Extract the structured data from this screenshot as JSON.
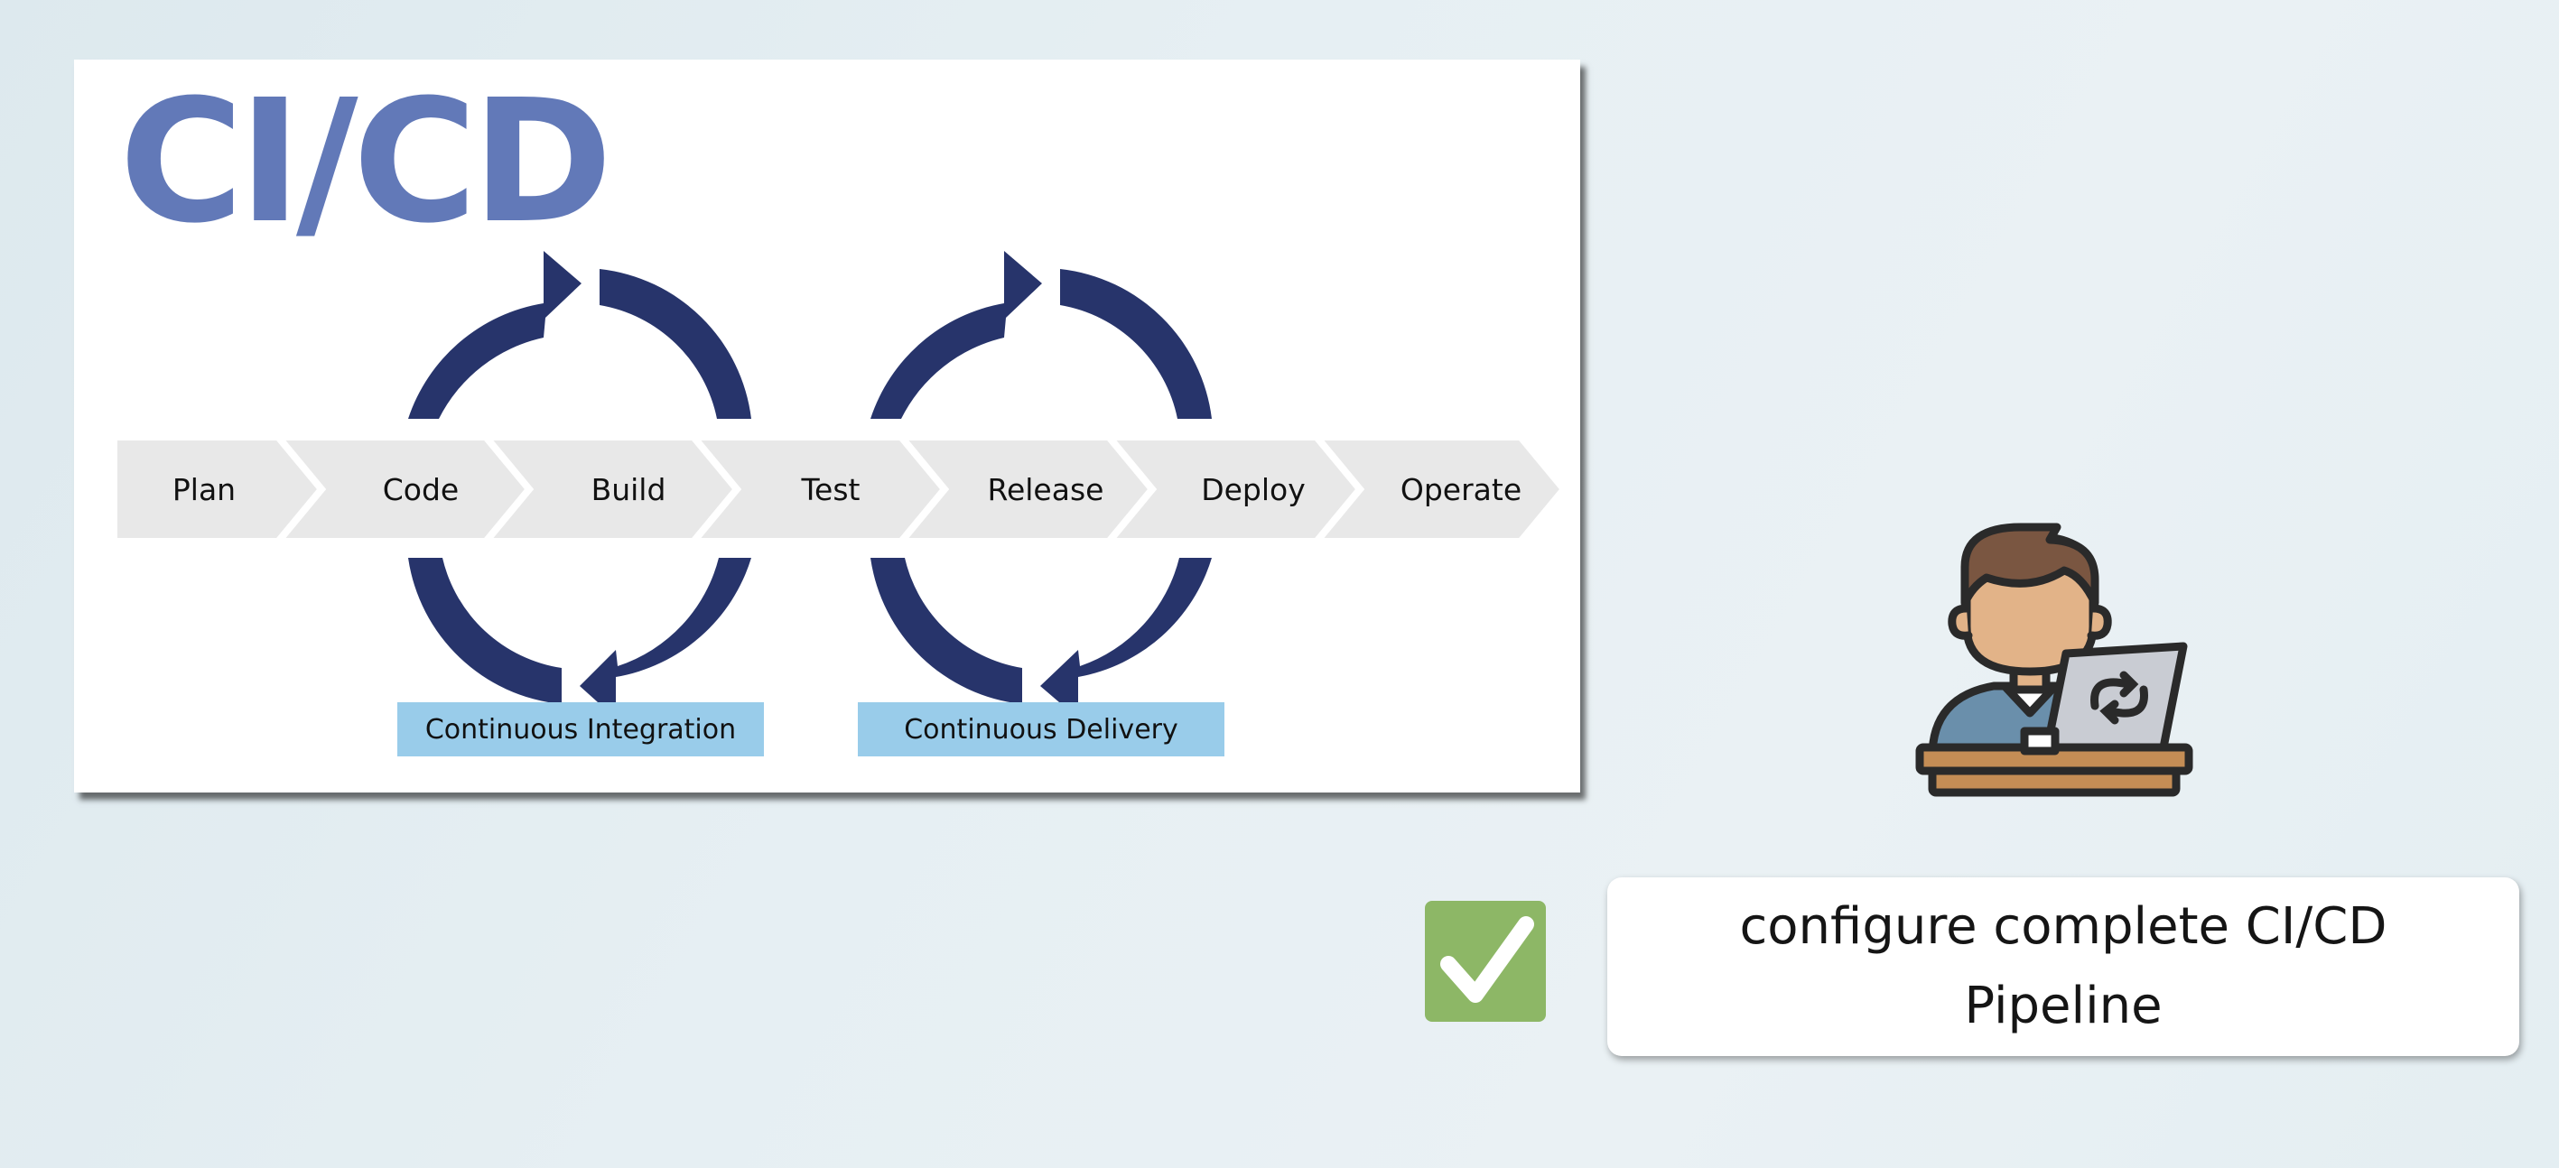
{
  "diagram": {
    "title": "CI/CD",
    "stages": [
      "Plan",
      "Code",
      "Build",
      "Test",
      "Release",
      "Deploy",
      "Operate"
    ],
    "loops": [
      {
        "label": "Continuous Integration"
      },
      {
        "label": "Continuous Delivery"
      }
    ]
  },
  "task": {
    "text": "configure complete CI/CD Pipeline",
    "status": "checked"
  },
  "icons": {
    "check": "check-icon",
    "developer": "developer-laptop-icon",
    "sync": "sync-icon"
  },
  "colors": {
    "title": "#6279b8",
    "arrows": "#27346b",
    "stage_fill": "#e8e8e8",
    "badge_fill": "#99ccea",
    "check_fill": "#8db766"
  }
}
